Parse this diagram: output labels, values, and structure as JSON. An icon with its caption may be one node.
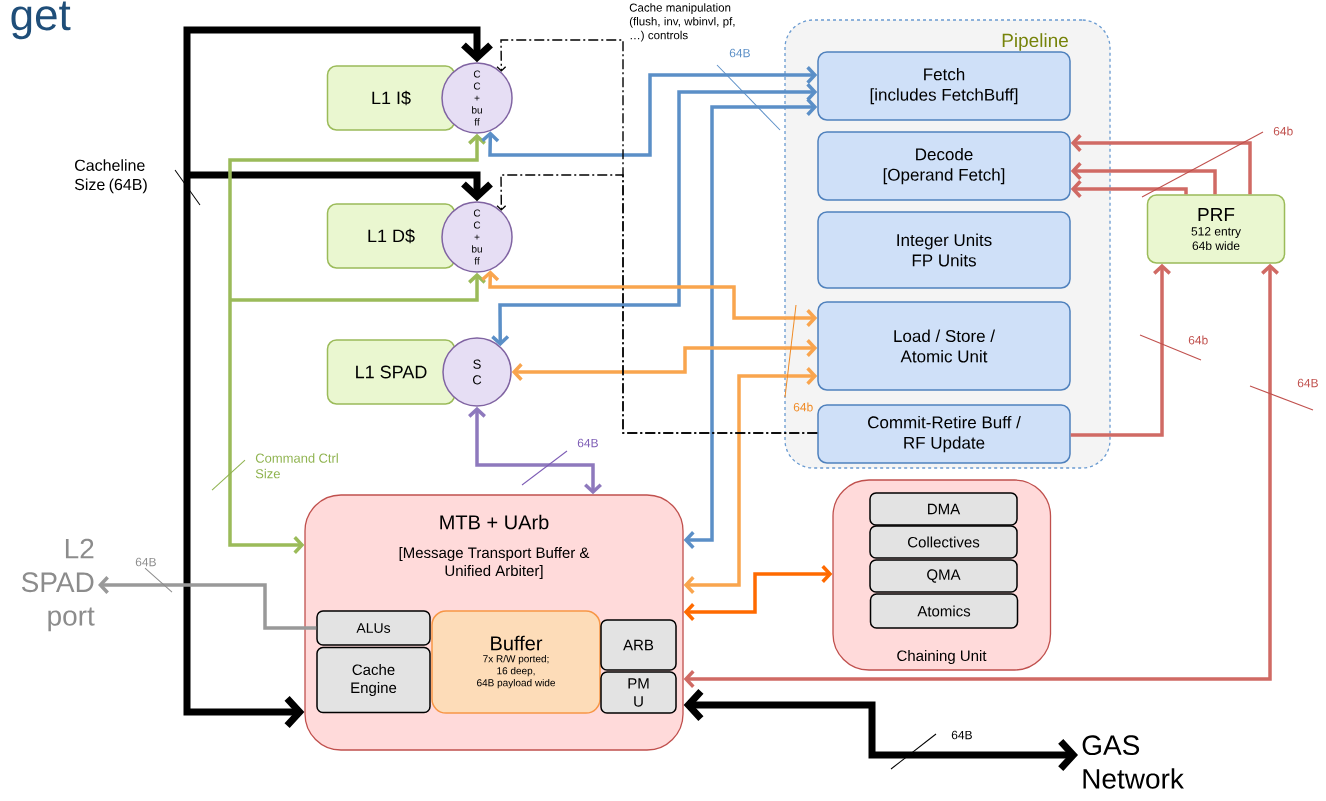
{
  "diagram": {
    "nodes": [
      {
        "text": [
          "Pipeline"
        ]
      },
      {
        "text": [
          "Fetch",
          "[includes FetchBuff]"
        ],
        "in": 0
      },
      {
        "text": [
          "Decode",
          "[Operand Fetch]"
        ],
        "in": 0
      },
      {
        "text": [
          "Integer Units",
          "FP Units"
        ],
        "in": 0
      },
      {
        "text": [
          "Load / Store / Atomic Unit"
        ],
        "in": 0
      },
      {
        "text": [
          "Commit-Retire Buff / RF Update"
        ],
        "in": 0
      },
      {
        "text": [
          "PRF",
          "512 entry 64b wide"
        ]
      },
      {
        "text": [
          "L1 I$"
        ]
      },
      {
        "text": [
          "C C + bu ff"
        ]
      },
      {
        "text": [
          "L1 D$"
        ]
      },
      {
        "text": [
          "C C + bu ff"
        ]
      },
      {
        "text": [
          "L1 SPAD"
        ]
      },
      {
        "text": [
          "S C"
        ]
      },
      {
        "text": [
          "MTB + UArb",
          "[Message Transport Buffer & Unified Arbiter]"
        ]
      },
      {
        "text": [
          "ALUs"
        ],
        "in": 13
      },
      {
        "text": [
          "Cache Engine"
        ],
        "in": 13
      },
      {
        "text": [
          "Buffer",
          "7x R/W ported;",
          "16 deep,",
          "64B payload wide"
        ],
        "in": 13
      },
      {
        "text": [
          "ARB"
        ],
        "in": 13
      },
      {
        "text": [
          "PM U"
        ],
        "in": 13
      },
      {
        "text": [
          "Chaining Unit"
        ]
      },
      {
        "text": [
          "DMA"
        ],
        "in": 19
      },
      {
        "text": [
          "Collectives"
        ],
        "in": 19
      },
      {
        "text": [
          "QMA"
        ],
        "in": 19
      },
      {
        "text": [
          "Atomics"
        ],
        "in": 19
      },
      {
        "text": [
          "L2 SPAD port"
        ]
      },
      {
        "text": [
          "GAS Network"
        ]
      }
    ],
    "edges": [
      {
        "from": null,
        "to": 8,
        "arrow": "to",
        "style": "thick"
      },
      {
        "from": null,
        "to": 10,
        "arrow": "to",
        "style": "thick"
      },
      {
        "from": null,
        "to": 13,
        "arrow": "to",
        "style": "thick"
      },
      {
        "from": null,
        "to": 8,
        "arrow": "to",
        "color": "#9bbb59"
      },
      {
        "from": null,
        "to": 10,
        "arrow": "to",
        "color": "#9bbb59"
      },
      {
        "from": null,
        "to": 13,
        "arrow": "to",
        "color": "#9bbb59"
      },
      {
        "from": 8,
        "to": 1,
        "arrow": "both",
        "color": "#5b8fc7"
      },
      {
        "from": 12,
        "to": 1,
        "arrow": "both",
        "color": "#5b8fc7"
      },
      {
        "from": 13,
        "to": 1,
        "arrow": "both",
        "color": "#5b8fc7"
      },
      {
        "from": 10,
        "to": 4,
        "arrow": "both",
        "color": "#f9a54e"
      },
      {
        "from": 12,
        "to": 4,
        "arrow": "both",
        "color": "#f9a54e"
      },
      {
        "from": 13,
        "to": 4,
        "arrow": "both",
        "color": "#f9a54e"
      },
      {
        "from": 13,
        "to": 19,
        "arrow": "both",
        "color": "#ff6a00"
      },
      {
        "from": 12,
        "to": 13,
        "arrow": "both",
        "color": "#8e79bd"
      },
      {
        "from": 6,
        "to": 2,
        "arrow": "to",
        "color": "#d06a64"
      },
      {
        "from": 6,
        "to": 2,
        "arrow": "to",
        "color": "#d06a64"
      },
      {
        "from": 6,
        "to": 2,
        "arrow": "to",
        "color": "#d06a64"
      },
      {
        "from": 5,
        "to": 6,
        "arrow": "to",
        "color": "#d06a64"
      },
      {
        "from": 13,
        "to": 6,
        "arrow": "both",
        "color": "#d06a64"
      },
      {
        "from": 14,
        "to": 24,
        "arrow": "to",
        "color": "#999999"
      },
      {
        "from": 13,
        "to": 25,
        "arrow": "both",
        "style": "thick"
      },
      {
        "from": 5,
        "to": 8,
        "arrow": "to",
        "style": "dashed"
      },
      {
        "from": 5,
        "to": 10,
        "arrow": "to",
        "style": "dashed"
      }
    ],
    "labels": [
      "get",
      "Cache manipulation (flush, inv, wbinvl, pf, …) controls",
      "64B",
      "64b",
      "Cacheline Size (64B)",
      "64b",
      "64B",
      "64b",
      "64B",
      "Command Ctrl Size",
      "64B",
      "64B"
    ]
  }
}
